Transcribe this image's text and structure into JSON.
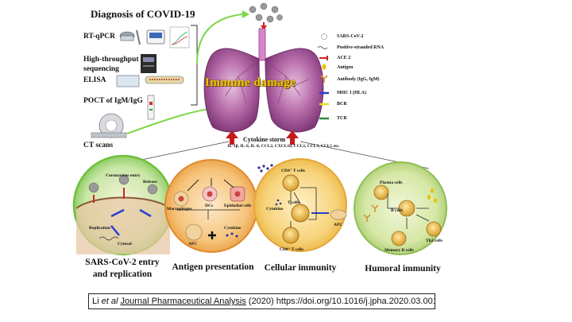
{
  "diagnosis": {
    "title": "Diagnosis of COVID-19",
    "methods": [
      "RT-qPCR",
      "High-throughput",
      "sequencing",
      "ELISA",
      "POCT of IgM/IgG",
      "CT scans"
    ]
  },
  "lung": {
    "label": "Immune damage"
  },
  "legend": {
    "items": [
      {
        "label": "SARS-CoV-2",
        "icon": "virus-icon",
        "color": "#888888"
      },
      {
        "label": "Positive-stranded RNA",
        "icon": "rna-icon",
        "color": "#333333"
      },
      {
        "label": "ACE 2",
        "icon": "receptor-icon",
        "color": "#d42020"
      },
      {
        "label": "Antigen",
        "icon": "antigen-icon",
        "color": "#e8c200"
      },
      {
        "label": "Antibody (IgG, IgM)",
        "icon": "antibody-icon",
        "color": "#d98c1f"
      },
      {
        "label": "MHC I (HLA)",
        "icon": "mhc-icon",
        "color": "#2a3fd0"
      },
      {
        "label": "BCR",
        "icon": "bcr-icon",
        "color": "#e6e020"
      },
      {
        "label": "TCR",
        "icon": "tcr-icon",
        "color": "#2e8b3d"
      }
    ]
  },
  "cytokine_storm": {
    "title": "Cytokine storm",
    "list": "IL-1β, IL-6, IL-8, CCL2, CXCL10, CCL2, CCL3, CCL5 etc."
  },
  "panels": [
    {
      "title_line1": "SARS-CoV-2 entry",
      "title_line2": "and replication",
      "labels": [
        "Coronavirus entry",
        "Release",
        "Replication",
        "Cytosol"
      ]
    },
    {
      "title_line1": "Antigen presentation",
      "labels": [
        "Macrophages",
        "DCs",
        "Epithelial cells",
        "Cytokine",
        "APC"
      ]
    },
    {
      "title_line1": "Cellular immunity",
      "labels": [
        "CD4⁺ T cells",
        "Cytokine",
        "T cells",
        "APC",
        "CD8⁺ T cells"
      ]
    },
    {
      "title_line1": "Humoral immunity",
      "labels": [
        "Plasma cells",
        "B cells",
        "Th2 cells",
        "Memory B cells"
      ]
    }
  ],
  "citation": {
    "prefix": "Li ",
    "etal": "et al",
    "journal": "Journal Pharmaceutical Analysis",
    "rest": " (2020) https://doi.org/10.1016/j.jpha.2020.03.001"
  }
}
